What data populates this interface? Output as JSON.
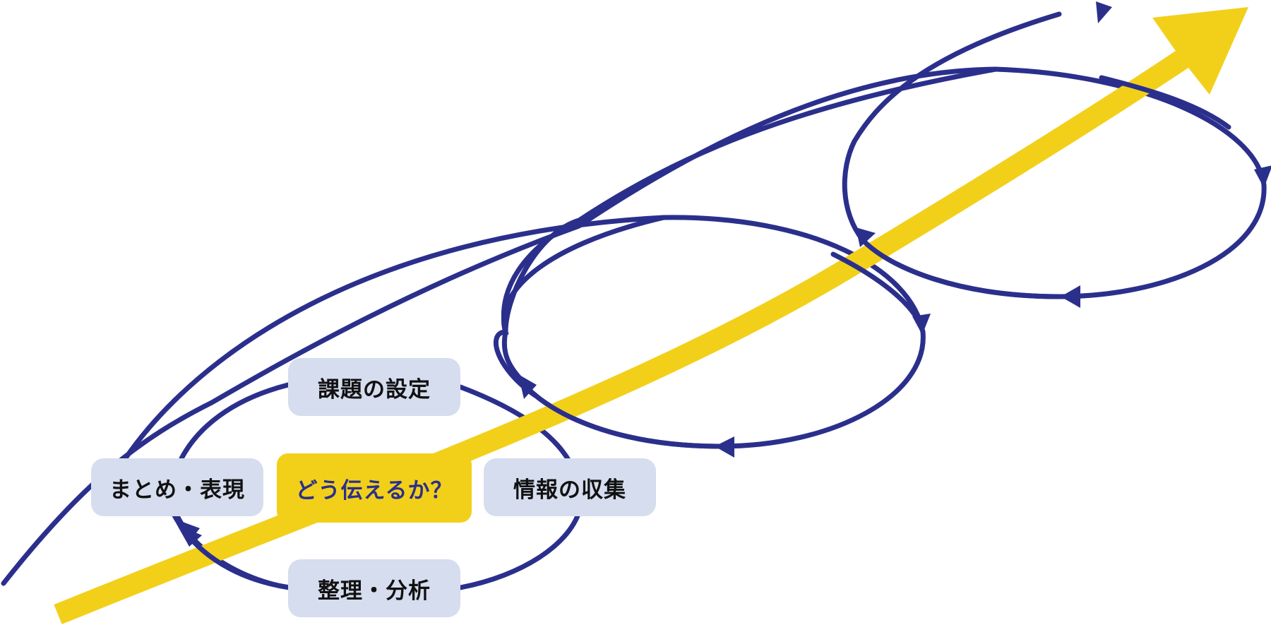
{
  "diagram": {
    "type": "spiral-cycle",
    "colors": {
      "loop_stroke": "#2B2F8C",
      "growth_arrow": "#F2D01A",
      "node_fill": "#D5DDEE",
      "center_fill": "#F2D01A",
      "center_text": "#2B2F8C",
      "node_text": "#111111"
    },
    "center": {
      "label": "どう伝えるか？"
    },
    "nodes": [
      {
        "id": "top",
        "label": "課題の設定"
      },
      {
        "id": "right",
        "label": "情報の収集"
      },
      {
        "id": "bottom",
        "label": "整理・分析"
      },
      {
        "id": "left",
        "label": "まとめ・表現"
      }
    ],
    "cycle_order": [
      "課題の設定",
      "情報の収集",
      "整理・分析",
      "まとめ・表現"
    ],
    "loops": 3,
    "icons": {
      "growth_arrow": "yellow-diagonal-arrow-icon",
      "spiral_arrow": "blue-spiral-arrow-icon"
    }
  }
}
